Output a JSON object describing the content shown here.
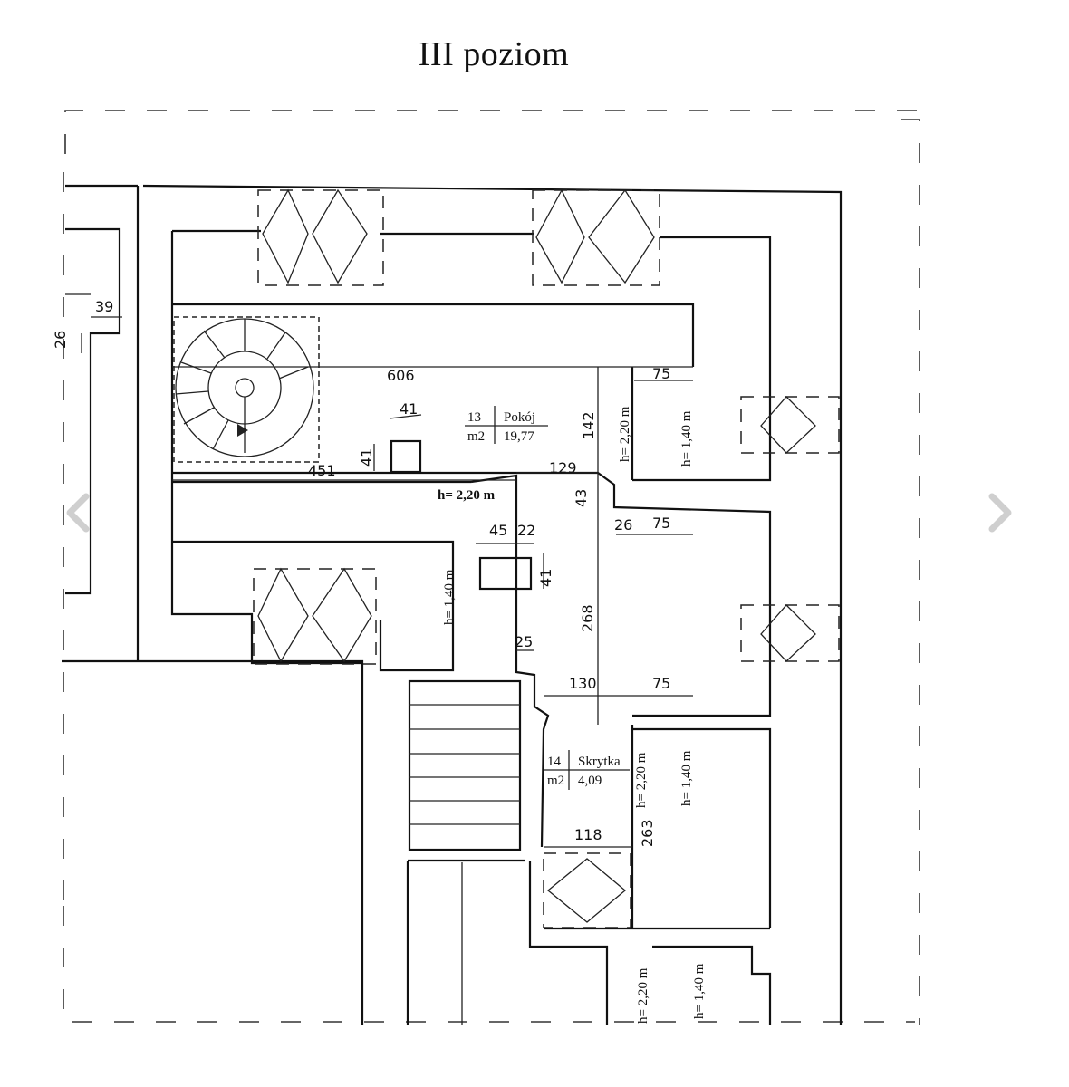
{
  "title": "III poziom",
  "rooms": [
    {
      "number": "13",
      "name": "Pokój",
      "unit": "m2",
      "area": "19,77"
    },
    {
      "number": "14",
      "name": "Skrytka",
      "unit": "m2",
      "area": "4,09"
    }
  ],
  "heights": {
    "h220": "h= 2,20 m",
    "h140": "h= 1,40 m",
    "h220_label": "h= 2,20 m"
  },
  "dimensions": {
    "d606": "606",
    "d75a": "75",
    "d41a": "41",
    "d41b": "41",
    "d142": "142",
    "d451": "451",
    "d129": "129",
    "d43": "43",
    "d26": "26",
    "d75b": "75",
    "d45": "45",
    "d22": "22",
    "d41c": "41",
    "d268": "268",
    "d25": "25",
    "d130": "130",
    "d75c": "75",
    "d118": "118",
    "d263": "263",
    "d39": "39",
    "d26b": "26"
  },
  "nav": {
    "prev_icon": "chevron-left-icon",
    "next_icon": "chevron-right-icon",
    "color": "#cfcfcf"
  }
}
